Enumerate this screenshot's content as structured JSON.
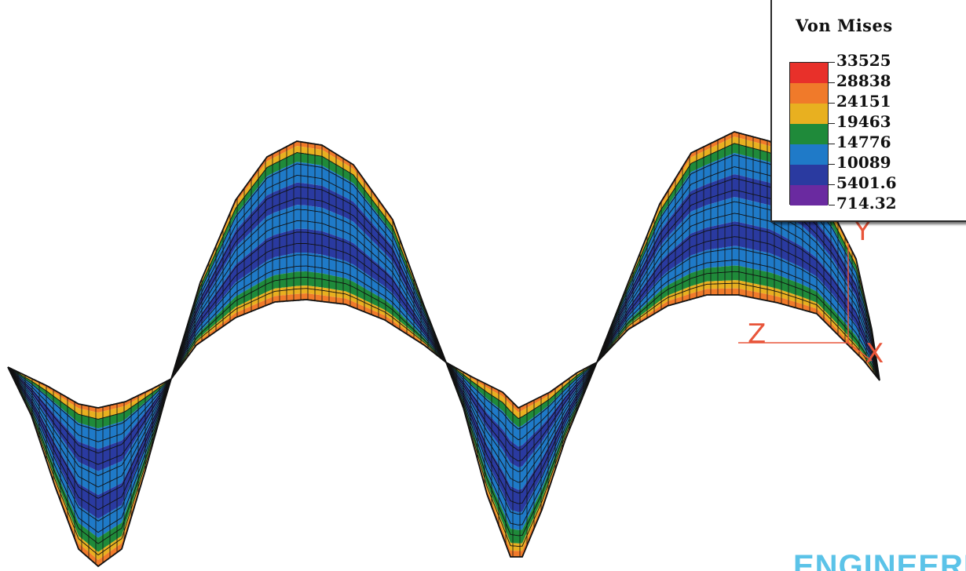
{
  "legend": {
    "title": "Von Mises",
    "levels": [
      {
        "label": "33525",
        "color": "#e8302a"
      },
      {
        "label": "28838",
        "color": "#f07a2a"
      },
      {
        "label": "24151",
        "color": "#e8b020"
      },
      {
        "label": "19463",
        "color": "#1f8a3a"
      },
      {
        "label": "14776",
        "color": "#1f7ac8"
      },
      {
        "label": "10089",
        "color": "#2a3aa0"
      },
      {
        "label": "5401.6",
        "color": "#6a2aa0"
      },
      {
        "label": "714.32",
        "color": "#9a2a9a"
      }
    ]
  },
  "triad": {
    "x_label": "X",
    "y_label": "Y",
    "z_label": "Z",
    "color": "#e8553a"
  },
  "mesh_colors": {
    "band_outer": "#e8b020",
    "band_edge": "#f07a2a",
    "band_green": "#1f8a3a",
    "band_light_blue": "#1f7ac8",
    "band_dark_blue": "#2a3aa0",
    "mesh_line": "#111111"
  },
  "watermark": "ENGINEERING"
}
